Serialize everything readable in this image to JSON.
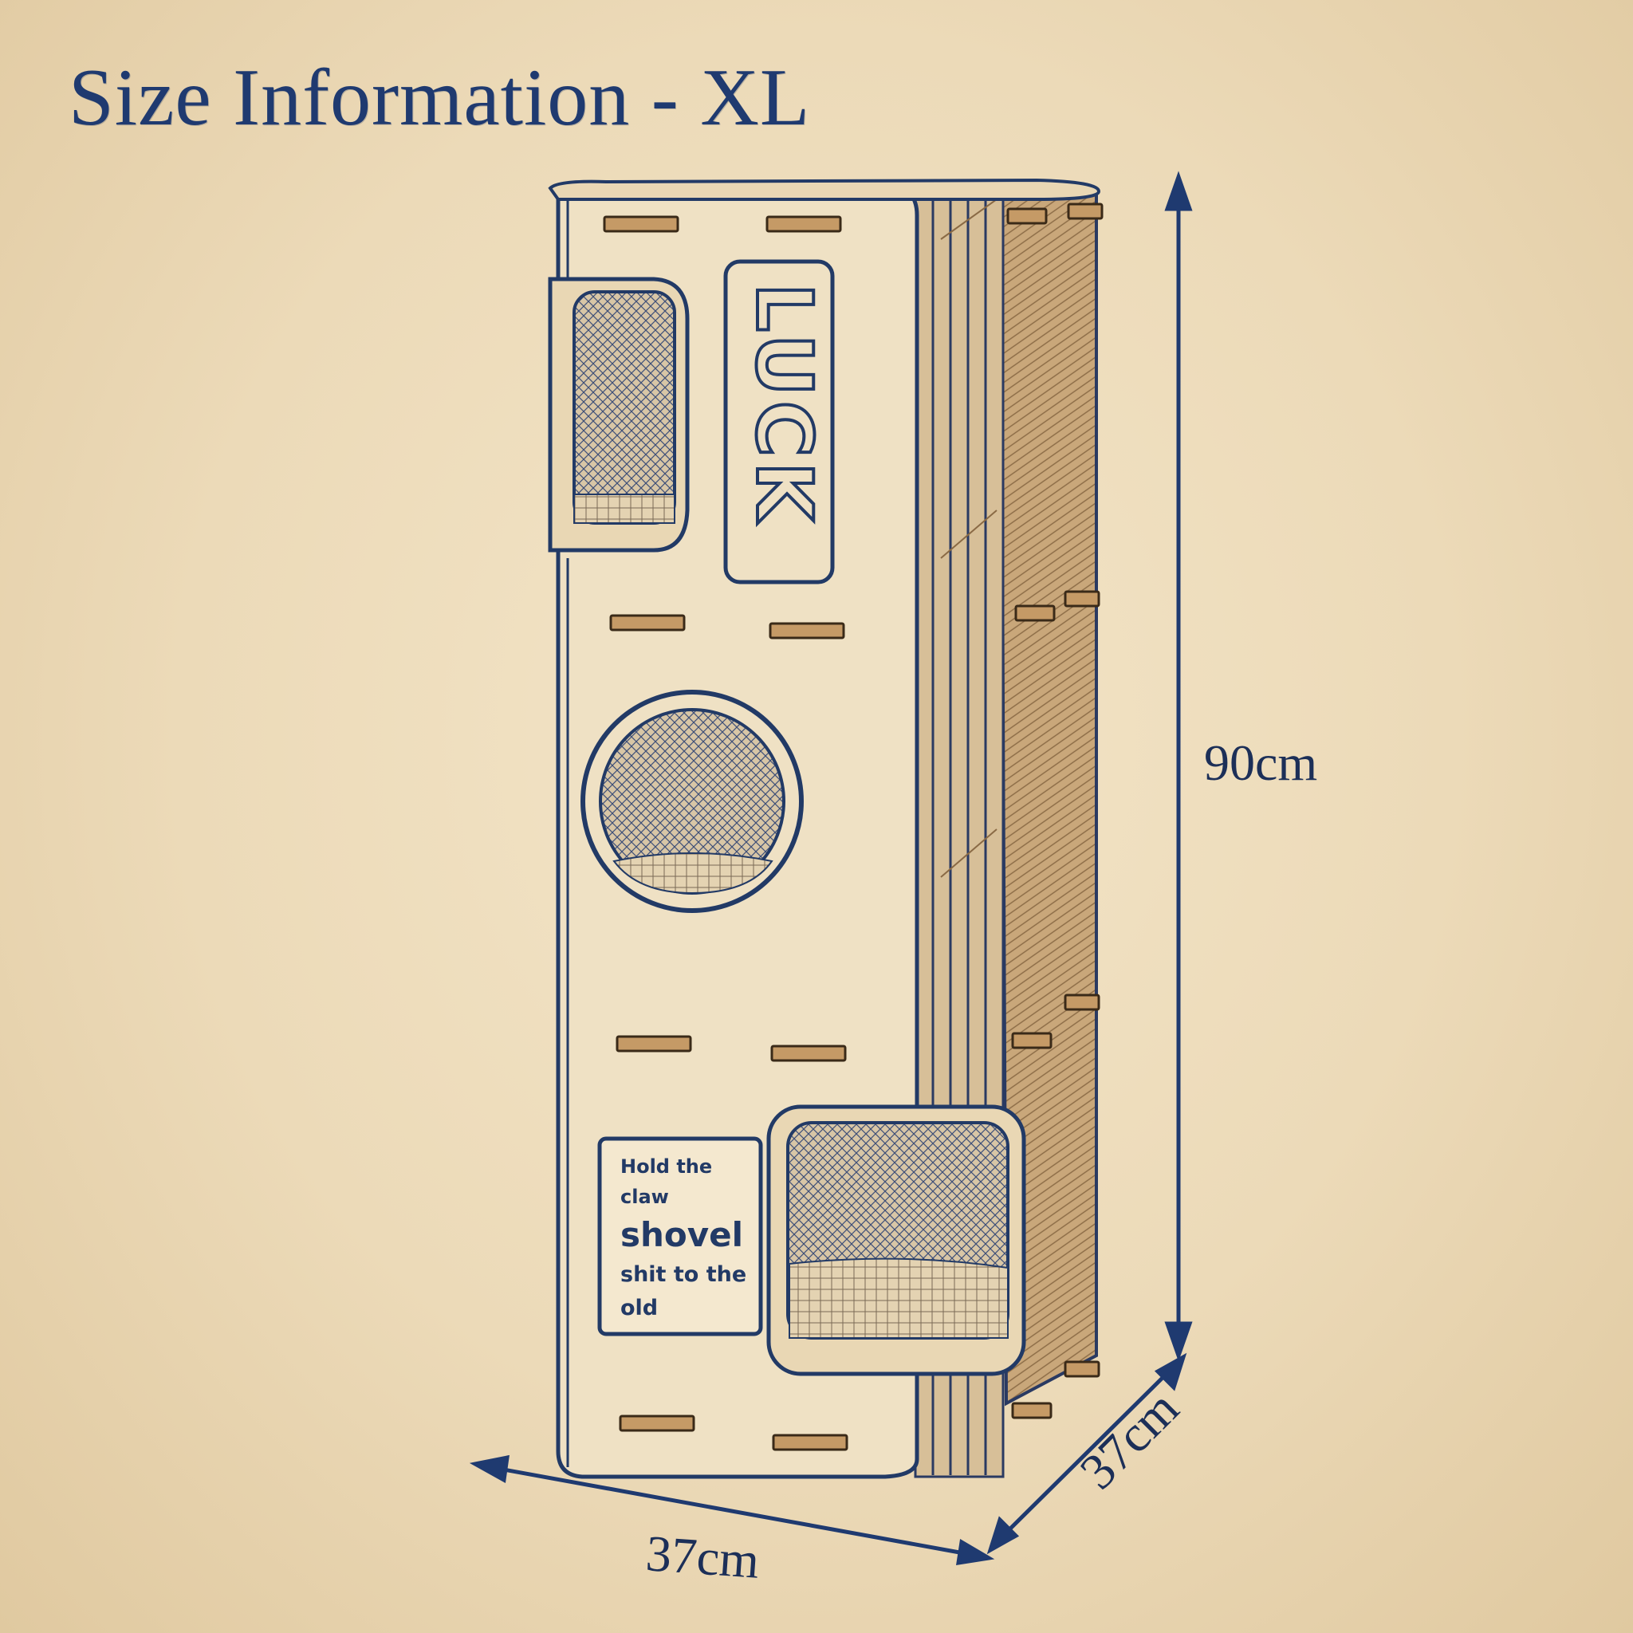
{
  "title": "Size Information - XL",
  "product": {
    "panel_text": "LUCK",
    "sign": {
      "line1": "Hold the claw",
      "line2": "shovel",
      "line3": "shit to the",
      "line4": "old"
    }
  },
  "dimensions": {
    "height": "90cm",
    "width": "37cm",
    "depth": "37cm"
  },
  "colors": {
    "ink": "#1f3a70",
    "paper": "#ecdab8",
    "wood": "#c9a77a"
  }
}
